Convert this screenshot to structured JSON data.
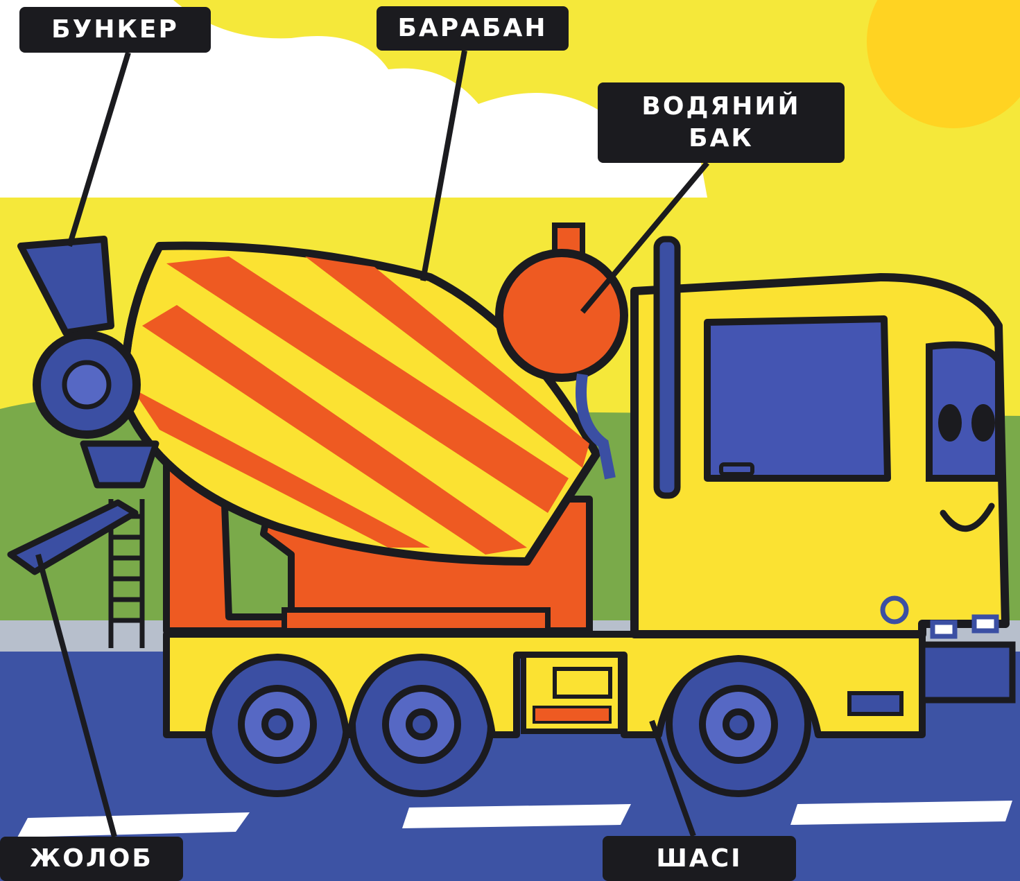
{
  "labels": {
    "hopper": "БУНКЕР",
    "drum": "БАРАБАН",
    "water_tank_line1": "ВОДЯНИЙ",
    "water_tank_line2": "БАК",
    "chute": "ЖОЛОБ",
    "chassis": "ШАСІ"
  },
  "colors": {
    "sky": "#f5e83a",
    "cloud": "#ffffff",
    "sun": "#ffd322",
    "hill": "#7aaa4a",
    "road": "#3d53a4",
    "sidewalk": "#b7bfcc",
    "truck_yellow": "#fbe232",
    "truck_orange": "#ee5a22",
    "truck_blue": "#3b4fa3",
    "window_blue": "#4455b2",
    "outline": "#1b1b1f",
    "label_bg": "#1b1b1f",
    "label_text": "#ffffff"
  },
  "icons": [
    "concrete-mixer-truck-illustration",
    "sun-icon",
    "cloud-icon"
  ]
}
